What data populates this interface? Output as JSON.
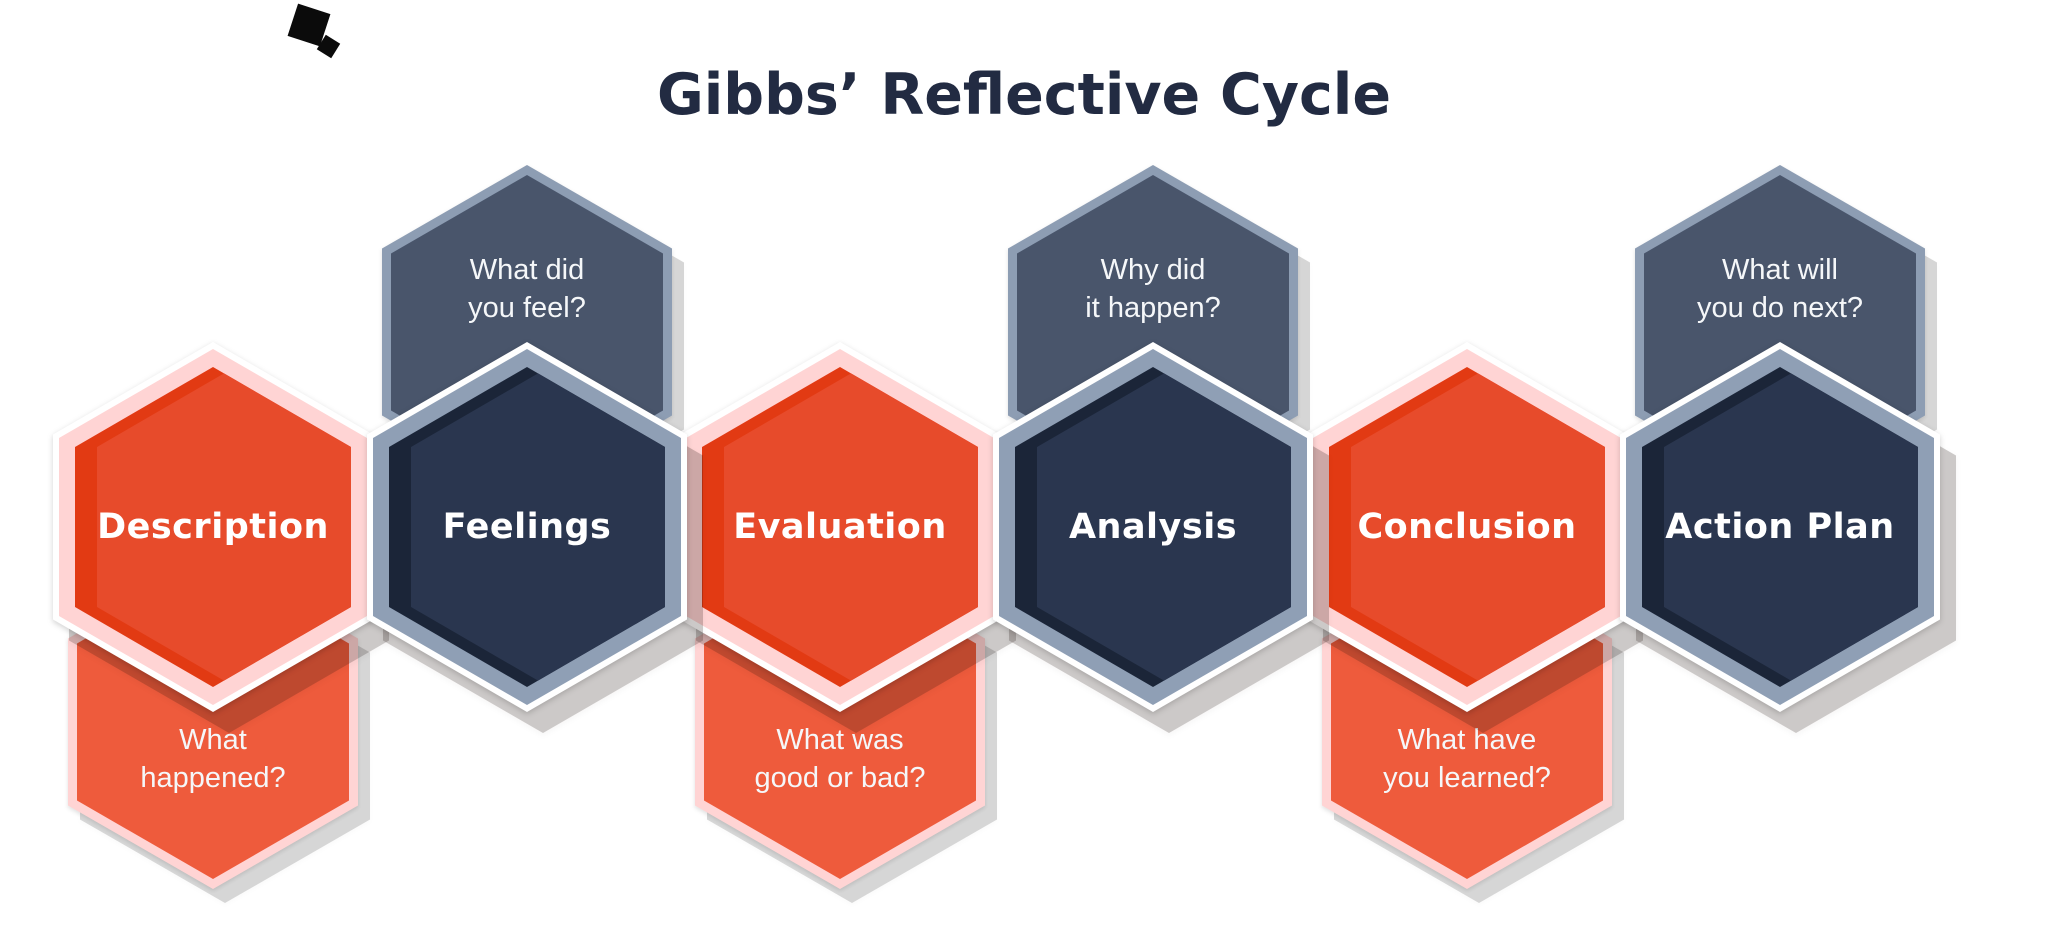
{
  "title": "Gibbs’ Reflective Cycle",
  "colors": {
    "bg": "#ffffff",
    "title": "#222b42",
    "pink": "#ffd4d4",
    "orange-fill": "#e74b2b",
    "orange-bevel": "#e23a13",
    "q-orange-fill": "#ee5b3c",
    "navy-fill": "#2a364f",
    "navy-bevel": "#1b2538",
    "slate": "#8f9fb5",
    "q-navy-fill": "#49556b",
    "q-navy-border": "#8d9db3",
    "q-text": "#f5f7f9"
  },
  "stages": [
    {
      "label": "Description",
      "question": "What happened?",
      "question_lines": [
        "What",
        "happened?"
      ],
      "theme": "orange",
      "question_position": "bottom"
    },
    {
      "label": "Feelings",
      "question": "What did you feel?",
      "question_lines": [
        "What did",
        "you feel?"
      ],
      "theme": "navy",
      "question_position": "top"
    },
    {
      "label": "Evaluation",
      "question": "What was good or bad?",
      "question_lines": [
        "What was",
        "good or bad?"
      ],
      "theme": "orange",
      "question_position": "bottom"
    },
    {
      "label": "Analysis",
      "question": "Why did it happen?",
      "question_lines": [
        "Why did",
        "it happen?"
      ],
      "theme": "navy",
      "question_position": "top"
    },
    {
      "label": "Conclusion",
      "question": "What have you learned?",
      "question_lines": [
        "What have",
        "you learned?"
      ],
      "theme": "orange",
      "question_position": "bottom"
    },
    {
      "label": "Action Plan",
      "question": "What will you do next?",
      "question_lines": [
        "What will",
        "you do next?"
      ],
      "theme": "navy",
      "question_position": "top"
    }
  ]
}
